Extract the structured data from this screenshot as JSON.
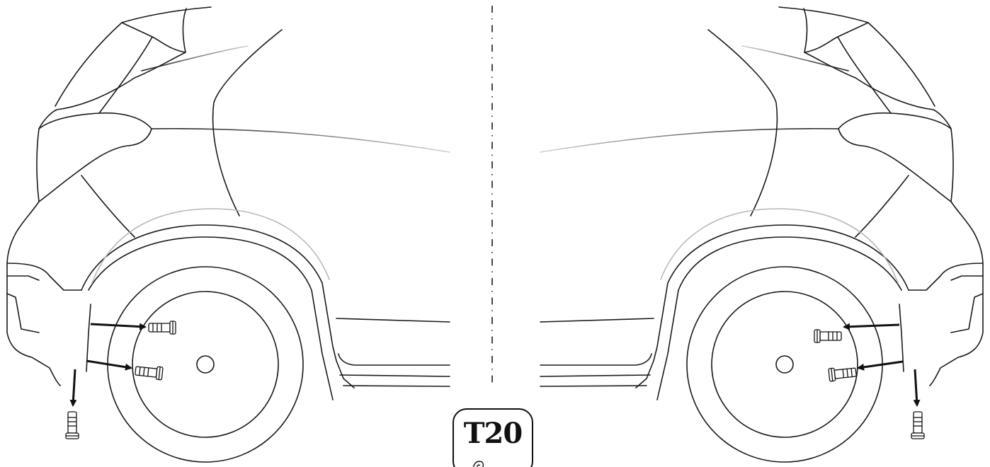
{
  "tool": {
    "label": "T20",
    "icon": "torx-bit-icon"
  },
  "colors": {
    "line": "#1a1a1a",
    "arrow": "#111111",
    "background": "#ffffff",
    "faint": "#b8b8b8"
  },
  "views": [
    {
      "side": "left-rear",
      "icon": "car-rear-left-icon"
    },
    {
      "side": "right-rear",
      "icon": "car-rear-right-icon"
    }
  ],
  "fasteners": {
    "per_side": 3,
    "icon": "screw-icon",
    "arrow_icon": "arrow-icon"
  }
}
